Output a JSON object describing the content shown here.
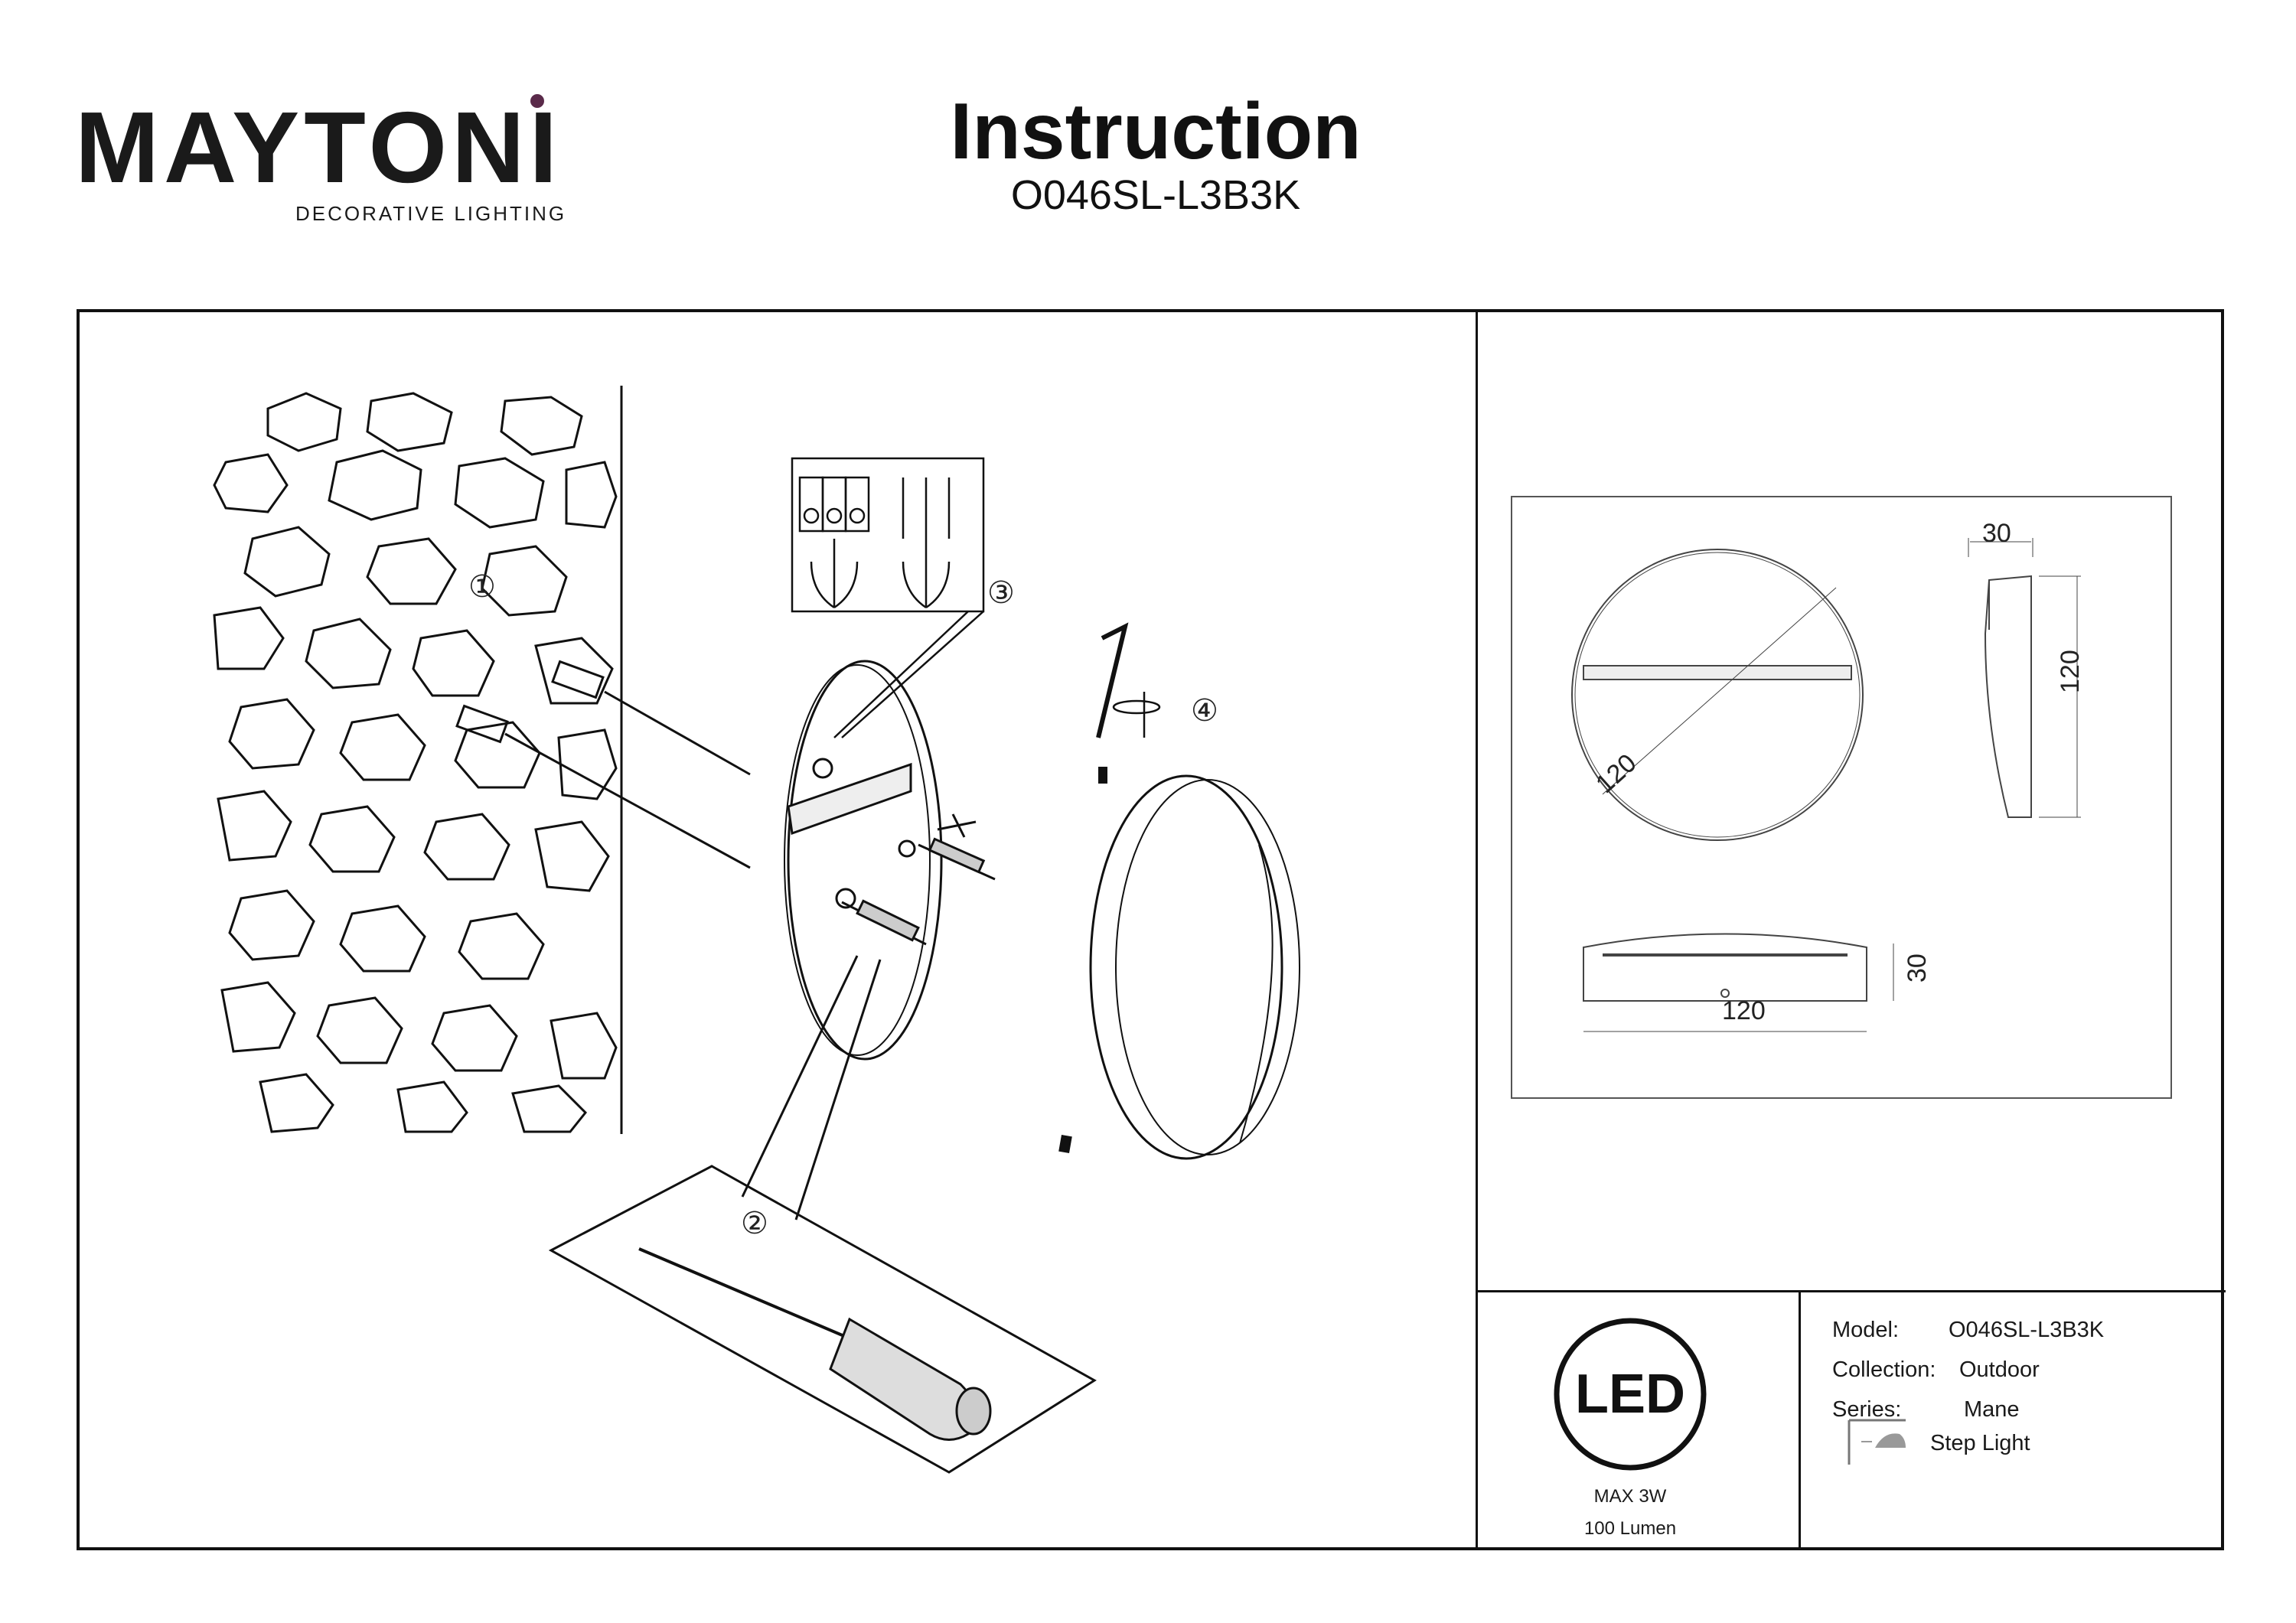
{
  "brand": {
    "name": "MAYTONI",
    "tagline": "DECORATIVE LIGHTING",
    "accent_color": "#5a2a4a"
  },
  "header": {
    "title": "Instruction",
    "model": "O046SL-L3B3K"
  },
  "steps": {
    "s1": "①",
    "s2": "②",
    "s3": "③",
    "s4": "④"
  },
  "dimensions": {
    "front_diameter": "120",
    "side_depth": "30",
    "side_height": "120",
    "bottom_depth": "30",
    "bottom_width": "120"
  },
  "led_badge": {
    "logo_text": "LED",
    "power": "MAX 3W",
    "lumen": "100 Lumen"
  },
  "specs": {
    "model_label": "Model:",
    "model_value": "O046SL-L3B3K",
    "collection_label": "Collection:",
    "collection_value": "Outdoor",
    "series_label": "Series:",
    "series_value": "Mane",
    "type_value": "Step Light"
  },
  "icons": [
    "screwdriver-icon",
    "allen-key-icon",
    "terminal-block-icon",
    "step-light-icon",
    "led-badge-icon"
  ]
}
